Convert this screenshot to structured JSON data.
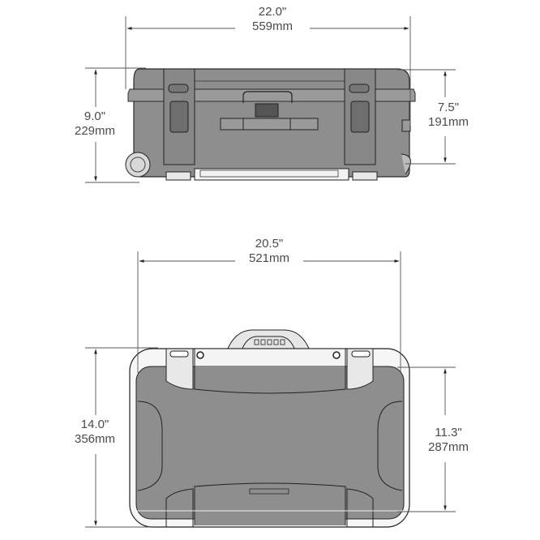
{
  "diagram": {
    "subject": "Rolling hard case dimensions",
    "colors": {
      "case_fill": "#8e8e8e",
      "case_stroke": "#2a2a2a",
      "dimension_line": "#555555",
      "label_text": "#4a4a4a",
      "background": "#ffffff"
    },
    "front_view": {
      "overall_width": {
        "inches": "22.0\"",
        "mm": "559mm"
      },
      "overall_height": {
        "inches": "9.0\"",
        "mm": "229mm"
      },
      "body_height": {
        "inches": "7.5\"",
        "mm": "191mm"
      }
    },
    "top_view": {
      "body_width": {
        "inches": "20.5\"",
        "mm": "521mm"
      },
      "overall_depth": {
        "inches": "14.0\"",
        "mm": "356mm"
      },
      "body_depth": {
        "inches": "11.3\"",
        "mm": "287mm"
      }
    }
  }
}
